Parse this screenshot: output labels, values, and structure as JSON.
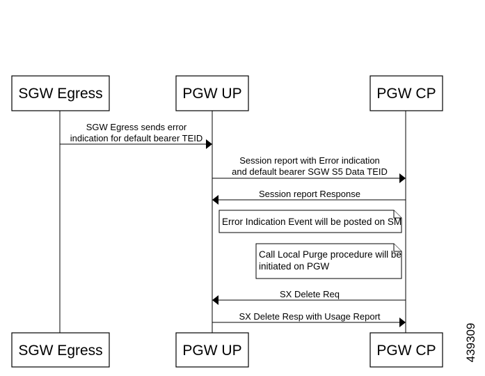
{
  "actors": {
    "sgw_egress": "SGW Egress",
    "pgw_up": "PGW UP",
    "pgw_cp": "PGW CP"
  },
  "messages": [
    {
      "from": "SGW Egress",
      "to": "PGW UP",
      "lines": [
        "SGW Egress sends error",
        "indication for default bearer TEID"
      ]
    },
    {
      "from": "PGW UP",
      "to": "PGW CP",
      "lines": [
        "Session report with Error indication",
        "and default bearer SGW S5 Data TEID"
      ]
    },
    {
      "from": "PGW CP",
      "to": "PGW UP",
      "lines": [
        "Session report Response"
      ]
    },
    {
      "from": "PGW CP",
      "to": "PGW UP",
      "lines": [
        "SX Delete Req"
      ]
    },
    {
      "from": "PGW UP",
      "to": "PGW CP",
      "lines": [
        "SX Delete Resp with Usage Report"
      ]
    }
  ],
  "notes": [
    {
      "lines": [
        "Error Indication Event will be posted on SM"
      ]
    },
    {
      "lines": [
        "Call Local Purge procedure will be",
        "initiated on PGW"
      ]
    }
  ],
  "figure_id": "439309"
}
